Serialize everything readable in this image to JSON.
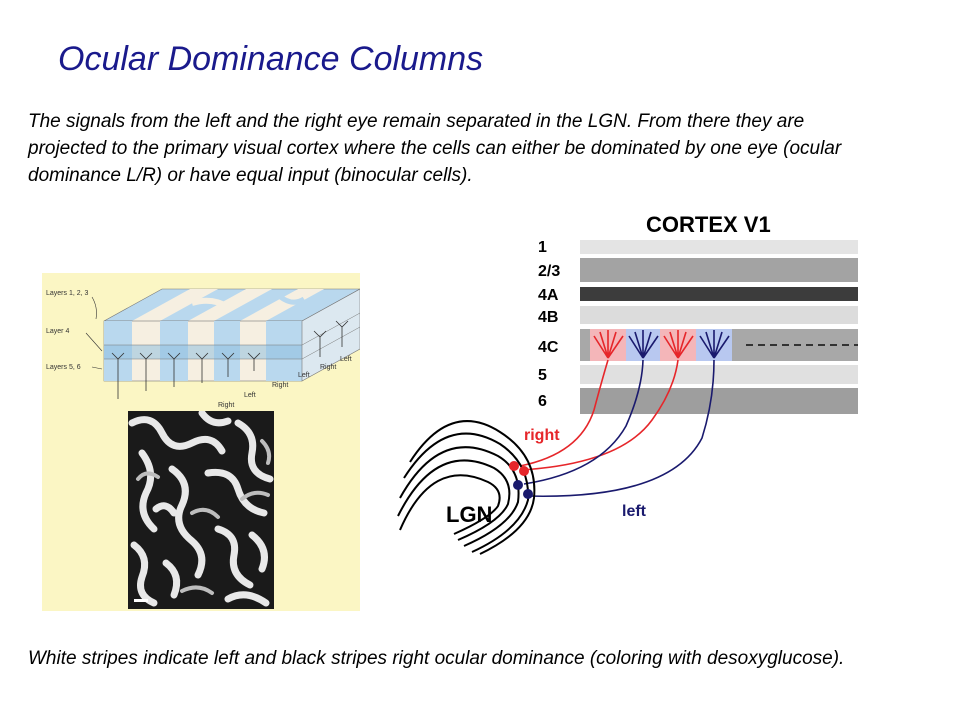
{
  "title": "Ocular Dominance Columns",
  "intro_text": "The signals from the left and the right eye remain separated in the LGN. From there they are projected to the primary visual cortex where the cells can either be dominated by one eye (ocular dominance L/R) or have equal input (binocular cells).",
  "caption_text": "White stripes indicate left and black stripes right ocular dominance (coloring with desoxyglucose).",
  "block_diagram": {
    "label_layers_123": "Layers 1, 2, 3",
    "label_layer_4": "Layer 4",
    "label_layers_56": "Layers 5, 6",
    "eye_labels": [
      "Right",
      "Left",
      "Right",
      "Left",
      "Right",
      "Left"
    ]
  },
  "cortex_diagram": {
    "title": "CORTEX V1",
    "layers": [
      "1",
      "2/3",
      "4A",
      "4B",
      "4C",
      "5",
      "6"
    ],
    "label_right": "right",
    "label_left": "left",
    "label_lgn": "LGN"
  },
  "colors": {
    "title": "#1a1a8c",
    "right_eye": "#e6262a",
    "left_eye": "#1a1a6e",
    "figure_bg": "#fbf6c4"
  }
}
